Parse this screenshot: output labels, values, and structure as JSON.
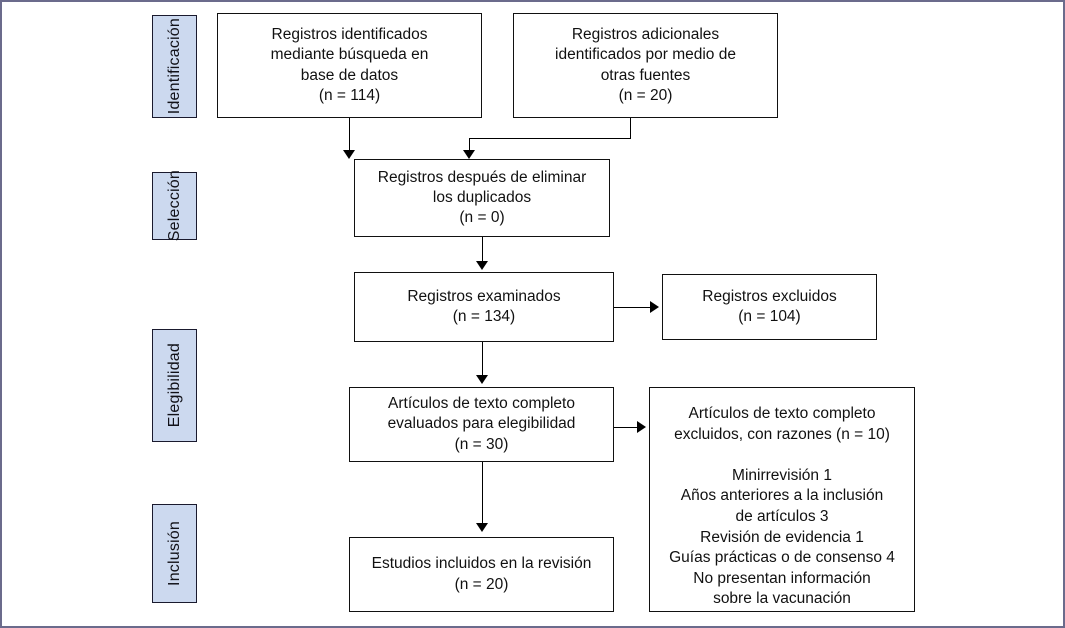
{
  "diagram": {
    "type": "prisma-flow-diagram",
    "language": "es",
    "border_color": "#6b6b8c",
    "stage_fill_color": "#ccd9ef",
    "node_border_color": "#111111",
    "connector_color": "#000000"
  },
  "stages": [
    {
      "id": "identificacion",
      "label": "Identificación"
    },
    {
      "id": "seleccion",
      "label": "Selección"
    },
    {
      "id": "elegibilidad",
      "label": "Elegibilidad"
    },
    {
      "id": "inclusion",
      "label": "Inclusión"
    }
  ],
  "nodes": {
    "records_database": {
      "text": "Registros identificados\nmediante búsqueda en\nbase de datos\n(n = 114)",
      "count": 114
    },
    "records_other_sources": {
      "text": "Registros adicionales\nidentificados por medio de\notras fuentes\n(n = 20)",
      "count": 20
    },
    "records_after_duplicates": {
      "text": "Registros después de eliminar\nlos duplicados\n(n = 0)",
      "count": 0
    },
    "records_screened": {
      "text": "Registros examinados\n(n = 134)",
      "count": 134
    },
    "records_excluded": {
      "text": "Registros excluidos\n(n = 104)",
      "count": 104
    },
    "fulltext_assessed": {
      "text": "Artículos de texto completo\nevaluados para elegibilidad\n(n = 30)",
      "count": 30
    },
    "fulltext_excluded": {
      "text": "Artículos de texto completo\nexcluidos, con razones (n = 10)\n\nMinirrevisión 1\nAños anteriores a la inclusión\nde artículos 3\nRevisión de evidencia 1\nGuías prácticas o de consenso 4\nNo presentan información\nsobre la vacunación",
      "count": 10,
      "reasons": [
        {
          "label": "Minirrevisión",
          "count": 1
        },
        {
          "label": "Años anteriores a la inclusión de artículos",
          "count": 3
        },
        {
          "label": "Revisión de evidencia",
          "count": 1
        },
        {
          "label": "Guías prácticas o de consenso",
          "count": 4
        },
        {
          "label": "No presentan información sobre la vacunación",
          "count": null
        }
      ]
    },
    "studies_included": {
      "text": "Estudios incluidos en la revisión\n(n = 20)",
      "count": 20
    }
  }
}
